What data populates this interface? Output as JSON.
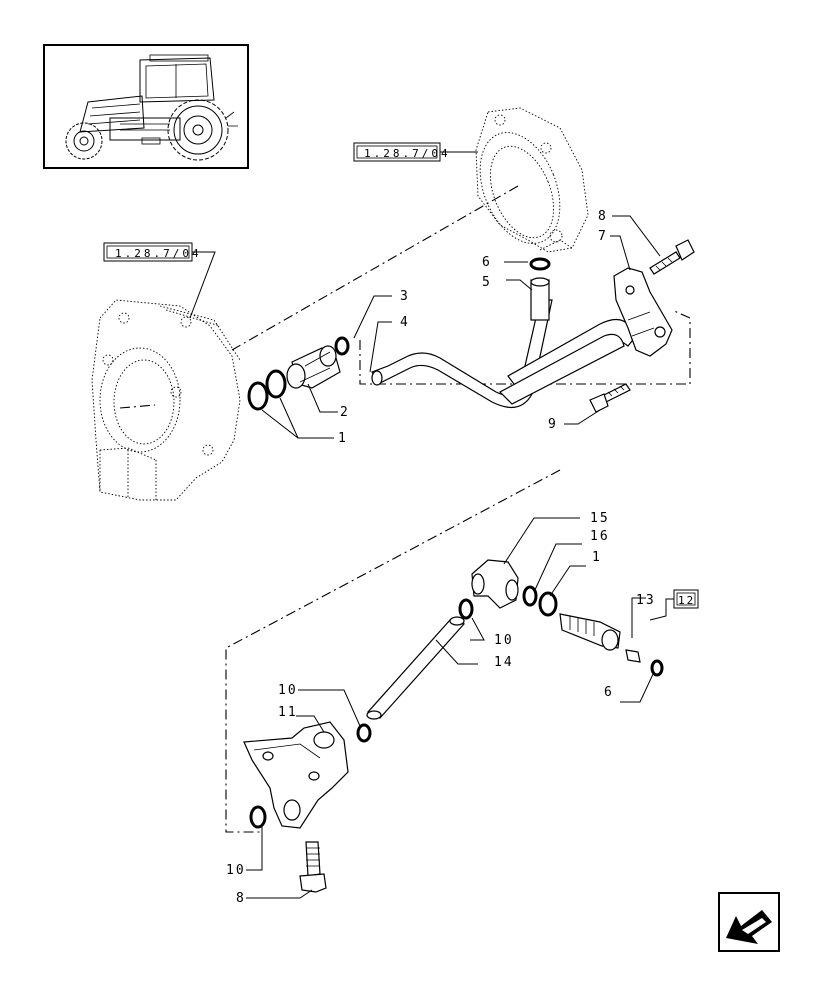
{
  "refs": {
    "ref_top": "1.28.7/04",
    "ref_left": "1.28.7/04",
    "ref_box": "12"
  },
  "callouts": [
    {
      "id": "c3",
      "text": "3"
    },
    {
      "id": "c4",
      "text": "4"
    },
    {
      "id": "c2",
      "text": "2"
    },
    {
      "id": "c1a",
      "text": "1"
    },
    {
      "id": "c6a",
      "text": "6"
    },
    {
      "id": "c5",
      "text": "5"
    },
    {
      "id": "c8a",
      "text": "8"
    },
    {
      "id": "c7",
      "text": "7"
    },
    {
      "id": "c9",
      "text": "9"
    },
    {
      "id": "c15",
      "text": "15"
    },
    {
      "id": "c16",
      "text": "16"
    },
    {
      "id": "c1b",
      "text": "1"
    },
    {
      "id": "c13",
      "text": "13"
    },
    {
      "id": "c10a",
      "text": "10"
    },
    {
      "id": "c14",
      "text": "14"
    },
    {
      "id": "c6b",
      "text": "6"
    },
    {
      "id": "c10b",
      "text": "10"
    },
    {
      "id": "c11",
      "text": "11"
    },
    {
      "id": "c10c",
      "text": "10"
    },
    {
      "id": "c8b",
      "text": "8"
    }
  ],
  "icons": {
    "thumbnail": "tractor-icon",
    "nav": "back-arrow-icon"
  }
}
